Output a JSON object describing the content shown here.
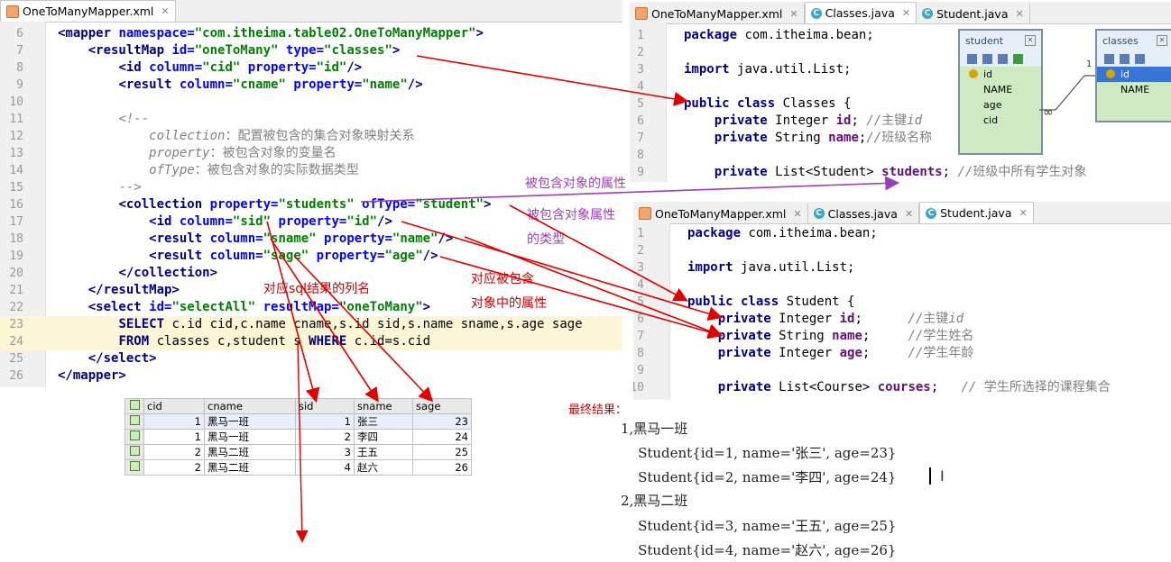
{
  "left_editor": {
    "tab_label": "OneToManyMapper.xml",
    "lines": [
      {
        "n": "6",
        "segs": [
          [
            "tag",
            "<mapper "
          ],
          [
            "attr",
            "namespace="
          ],
          [
            "val",
            "\"com.itheima.table02.OneToManyMapper\""
          ],
          [
            "tag",
            ">"
          ]
        ]
      },
      {
        "n": "7",
        "segs": [
          [
            "plain",
            "    "
          ],
          [
            "tag",
            "<resultMap "
          ],
          [
            "attr",
            "id="
          ],
          [
            "val",
            "\"oneToMany\" "
          ],
          [
            "attr",
            "type="
          ],
          [
            "val",
            "\"classes\""
          ],
          [
            "tag",
            ">"
          ]
        ]
      },
      {
        "n": "8",
        "segs": [
          [
            "plain",
            "        "
          ],
          [
            "tag",
            "<id "
          ],
          [
            "attr",
            "column="
          ],
          [
            "val",
            "\"cid\" "
          ],
          [
            "attr",
            "property="
          ],
          [
            "val",
            "\"id\""
          ],
          [
            "tag",
            "/>"
          ]
        ]
      },
      {
        "n": "9",
        "segs": [
          [
            "plain",
            "        "
          ],
          [
            "tag",
            "<result "
          ],
          [
            "attr",
            "column="
          ],
          [
            "val",
            "\"cname\" "
          ],
          [
            "attr",
            "property="
          ],
          [
            "val",
            "\"name\""
          ],
          [
            "tag",
            "/>"
          ]
        ]
      },
      {
        "n": "10",
        "segs": []
      },
      {
        "n": "11",
        "segs": [
          [
            "plain",
            "        "
          ],
          [
            "cmt",
            "<!--"
          ]
        ]
      },
      {
        "n": "12",
        "segs": [
          [
            "plain",
            "            "
          ],
          [
            "cmt",
            "collection"
          ],
          [
            "cmtcn",
            "：配置被包含的集合对象映射关系"
          ]
        ]
      },
      {
        "n": "13",
        "segs": [
          [
            "plain",
            "            "
          ],
          [
            "cmt",
            "property"
          ],
          [
            "cmtcn",
            "：被包含对象的变量名"
          ]
        ]
      },
      {
        "n": "14",
        "segs": [
          [
            "plain",
            "            "
          ],
          [
            "cmt",
            "ofType"
          ],
          [
            "cmtcn",
            "：被包含对象的实际数据类型"
          ]
        ]
      },
      {
        "n": "15",
        "segs": [
          [
            "plain",
            "        "
          ],
          [
            "cmt",
            "-->"
          ]
        ]
      },
      {
        "n": "16",
        "segs": [
          [
            "plain",
            "        "
          ],
          [
            "tag",
            "<collection "
          ],
          [
            "attr",
            "property="
          ],
          [
            "val",
            "\"students\" "
          ],
          [
            "attr",
            "ofType="
          ],
          [
            "val",
            "\"student\""
          ],
          [
            "tag",
            ">"
          ]
        ]
      },
      {
        "n": "17",
        "segs": [
          [
            "plain",
            "            "
          ],
          [
            "tag",
            "<id "
          ],
          [
            "attr",
            "column="
          ],
          [
            "val",
            "\"sid\" "
          ],
          [
            "attr",
            "property="
          ],
          [
            "val",
            "\"id\""
          ],
          [
            "tag",
            "/>"
          ]
        ]
      },
      {
        "n": "18",
        "segs": [
          [
            "plain",
            "            "
          ],
          [
            "tag",
            "<result "
          ],
          [
            "attr",
            "column="
          ],
          [
            "val",
            "\"sname\" "
          ],
          [
            "attr",
            "property="
          ],
          [
            "val",
            "\"name\""
          ],
          [
            "tag",
            "/>"
          ]
        ]
      },
      {
        "n": "19",
        "segs": [
          [
            "plain",
            "            "
          ],
          [
            "tag",
            "<result "
          ],
          [
            "attr",
            "column="
          ],
          [
            "val",
            "\"sage\" "
          ],
          [
            "attr",
            "property="
          ],
          [
            "val",
            "\"age\""
          ],
          [
            "tag",
            "/>"
          ]
        ]
      },
      {
        "n": "20",
        "segs": [
          [
            "plain",
            "        "
          ],
          [
            "tag",
            "</collection>"
          ]
        ]
      },
      {
        "n": "21",
        "segs": [
          [
            "plain",
            "    "
          ],
          [
            "tag",
            "</resultMap>"
          ]
        ]
      },
      {
        "n": "22",
        "segs": [
          [
            "plain",
            "    "
          ],
          [
            "tag",
            "<select "
          ],
          [
            "attr",
            "id="
          ],
          [
            "val",
            "\"selectAll\" "
          ],
          [
            "attr",
            "resultMap="
          ],
          [
            "val",
            "\"oneToMany\""
          ],
          [
            "tag",
            ">"
          ]
        ]
      },
      {
        "n": "23",
        "segs": [
          [
            "plain",
            "        "
          ],
          [
            "sqlkw",
            "SELECT "
          ],
          [
            "plain",
            "c.id cid,c.name cname,s.id sid,s.name sname,s.age sage"
          ]
        ]
      },
      {
        "n": "24",
        "segs": [
          [
            "plain",
            "        "
          ],
          [
            "sqlkw",
            "FROM "
          ],
          [
            "plain",
            "classes c,student s "
          ],
          [
            "sqlkw",
            "WHERE "
          ],
          [
            "plain",
            "c.id=s.cid"
          ]
        ]
      },
      {
        "n": "25",
        "segs": [
          [
            "plain",
            "    "
          ],
          [
            "tag",
            "</select>"
          ]
        ]
      },
      {
        "n": "26",
        "segs": [
          [
            "tag",
            "</mapper>"
          ]
        ]
      }
    ]
  },
  "classes_editor": {
    "tabs": [
      "OneToManyMapper.xml",
      "Classes.java",
      "Student.java"
    ],
    "lines": [
      {
        "n": "1",
        "segs": [
          [
            "kw",
            "package "
          ],
          [
            "plain",
            "com.itheima.bean;"
          ]
        ]
      },
      {
        "n": "2",
        "segs": []
      },
      {
        "n": "3",
        "segs": [
          [
            "kw",
            "import "
          ],
          [
            "plain",
            "java.util.List;"
          ]
        ]
      },
      {
        "n": "4",
        "segs": []
      },
      {
        "n": "5",
        "segs": [
          [
            "kw",
            "public class "
          ],
          [
            "plain",
            "Classes {"
          ]
        ]
      },
      {
        "n": "6",
        "segs": [
          [
            "plain",
            "    "
          ],
          [
            "kw",
            "private "
          ],
          [
            "plain",
            "Integer "
          ],
          [
            "fld",
            "id"
          ],
          [
            "plain",
            "; "
          ],
          [
            "cmt",
            "//"
          ],
          [
            "cmtcn",
            "主键"
          ],
          [
            "cmt",
            "id"
          ]
        ]
      },
      {
        "n": "7",
        "segs": [
          [
            "plain",
            "    "
          ],
          [
            "kw",
            "private "
          ],
          [
            "plain",
            "String "
          ],
          [
            "fld",
            "name"
          ],
          [
            "plain",
            ";"
          ],
          [
            "cmt",
            "//"
          ],
          [
            "cmtcn",
            "班级名称"
          ]
        ]
      },
      {
        "n": "8",
        "segs": []
      },
      {
        "n": "9",
        "segs": [
          [
            "plain",
            "    "
          ],
          [
            "kw",
            "private "
          ],
          [
            "plain",
            "List<Student> "
          ],
          [
            "fld",
            "students"
          ],
          [
            "plain",
            "; "
          ],
          [
            "cmt",
            "//"
          ],
          [
            "cmtcn",
            "班级中所有学生对象"
          ]
        ]
      }
    ]
  },
  "student_editor": {
    "tabs": [
      "OneToManyMapper.xml",
      "Classes.java",
      "Student.java"
    ],
    "lines": [
      {
        "n": "1",
        "segs": [
          [
            "kw",
            "package "
          ],
          [
            "plain",
            "com.itheima.bean;"
          ]
        ]
      },
      {
        "n": "2",
        "segs": []
      },
      {
        "n": "3",
        "segs": [
          [
            "kw",
            "import "
          ],
          [
            "plain",
            "java.util.List;"
          ]
        ]
      },
      {
        "n": "4",
        "segs": []
      },
      {
        "n": "5",
        "segs": [
          [
            "kw",
            "public class "
          ],
          [
            "plain",
            "Student {"
          ]
        ]
      },
      {
        "n": "6",
        "segs": [
          [
            "plain",
            "    "
          ],
          [
            "kw",
            "private "
          ],
          [
            "plain",
            "Integer "
          ],
          [
            "fld",
            "id"
          ],
          [
            "plain",
            ";      "
          ],
          [
            "cmt",
            "//"
          ],
          [
            "cmtcn",
            "主键"
          ],
          [
            "cmt",
            "id"
          ]
        ]
      },
      {
        "n": "7",
        "segs": [
          [
            "plain",
            "    "
          ],
          [
            "kw",
            "private "
          ],
          [
            "plain",
            "String "
          ],
          [
            "fld",
            "name"
          ],
          [
            "plain",
            ";     "
          ],
          [
            "cmt",
            "//"
          ],
          [
            "cmtcn",
            "学生姓名"
          ]
        ]
      },
      {
        "n": "8",
        "segs": [
          [
            "plain",
            "    "
          ],
          [
            "kw",
            "private "
          ],
          [
            "plain",
            "Integer "
          ],
          [
            "fld",
            "age"
          ],
          [
            "plain",
            ";     "
          ],
          [
            "cmt",
            "//"
          ],
          [
            "cmtcn",
            "学生年龄"
          ]
        ]
      },
      {
        "n": "9",
        "segs": []
      },
      {
        "n": "10",
        "segs": [
          [
            "plain",
            "    "
          ],
          [
            "kw",
            "private "
          ],
          [
            "plain",
            "List<Course> "
          ],
          [
            "fld",
            "courses"
          ],
          [
            "plain",
            ";   "
          ],
          [
            "cmt",
            "// "
          ],
          [
            "cmtcn",
            "学生所选择的课程集合"
          ]
        ]
      }
    ]
  },
  "er_diagram": {
    "student": {
      "title": "student",
      "fields": [
        "id",
        "NAME",
        "age",
        "cid"
      ]
    },
    "classes": {
      "title": "classes",
      "fields": [
        "id",
        "NAME"
      ]
    },
    "rel_one": "1",
    "rel_many": "∞"
  },
  "annotations": {
    "collection_property": "被包含对象的属性",
    "collection_oftype_1": "被包含对象属性",
    "collection_oftype_2": "的类型",
    "inner_property_1": "对应被包含",
    "inner_property_2": "对象中的属性",
    "sql_columns": "对应sql结果的列名"
  },
  "result_table": {
    "headers": [
      "cid",
      "cname",
      "sid",
      "sname",
      "sage"
    ],
    "rows": [
      [
        "1",
        "黑马一班",
        "1",
        "张三",
        "23"
      ],
      [
        "1",
        "黑马一班",
        "2",
        "李四",
        "24"
      ],
      [
        "2",
        "黑马二班",
        "3",
        "王五",
        "25"
      ],
      [
        "2",
        "黑马二班",
        "4",
        "赵六",
        "26"
      ]
    ]
  },
  "final_result": {
    "label": "最终结果：",
    "lines": [
      "1,黑马一班",
      "    Student{id=1, name='张三', age=23}",
      "    Student{id=2, name='李四', age=24}",
      "2,黑马二班",
      "    Student{id=3, name='王五', age=25}",
      "    Student{id=4, name='赵六', age=26}"
    ]
  },
  "colors": {
    "arrow_red": "#e00000",
    "arrow_purple": "#9b3fb7"
  }
}
